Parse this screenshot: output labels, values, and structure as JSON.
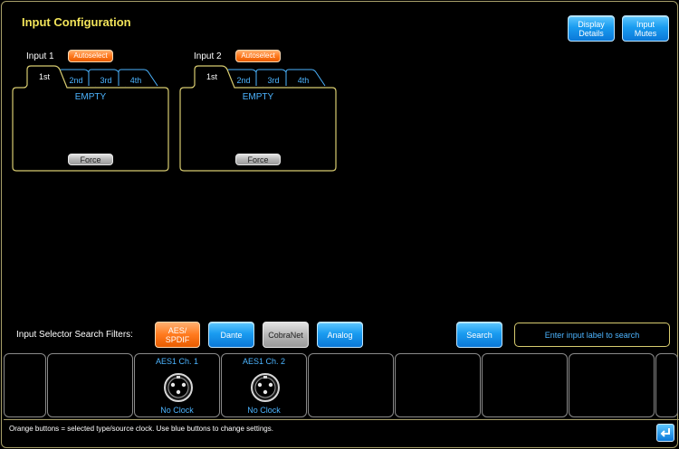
{
  "title": "Input Configuration",
  "header_buttons": {
    "display_details": "Display\nDetails",
    "input_mutes": "Input\nMutes"
  },
  "inputs": [
    {
      "label": "Input 1",
      "autoselect": "Autoselect",
      "tabs": [
        "1st",
        "2nd",
        "3rd",
        "4th"
      ],
      "active_tab": "1st",
      "content": "EMPTY",
      "force": "Force"
    },
    {
      "label": "Input 2",
      "autoselect": "Autoselect",
      "tabs": [
        "1st",
        "2nd",
        "3rd",
        "4th"
      ],
      "active_tab": "1st",
      "content": "EMPTY",
      "force": "Force"
    }
  ],
  "filters": {
    "label": "Input Selector Search Filters:",
    "buttons": [
      {
        "label": "AES/\nSPDIF",
        "state": "selected"
      },
      {
        "label": "Dante",
        "state": "available"
      },
      {
        "label": "CobraNet",
        "state": "disabled"
      },
      {
        "label": "Analog",
        "state": "available"
      }
    ]
  },
  "search": {
    "button": "Search",
    "placeholder": "Enter input label to search"
  },
  "slots": [
    {
      "name": "",
      "status": ""
    },
    {
      "name": "",
      "status": ""
    },
    {
      "name": "AES1 Ch. 1",
      "status": "No Clock"
    },
    {
      "name": "AES1 Ch. 2",
      "status": "No Clock"
    },
    {
      "name": "",
      "status": ""
    },
    {
      "name": "",
      "status": ""
    },
    {
      "name": "",
      "status": ""
    },
    {
      "name": "",
      "status": ""
    }
  ],
  "status_bar": {
    "text": "Orange buttons = selected type/source clock. Use blue buttons to change settings."
  },
  "colors": {
    "title": "#f2e45a",
    "frame": "#a8a06a",
    "folder_border": "#d8cc70",
    "tab_border": "#4cb4ff",
    "accent_blue": "#1a9cf0",
    "accent_orange": "#ff7a1e",
    "text_blue": "#4cb4ff"
  }
}
